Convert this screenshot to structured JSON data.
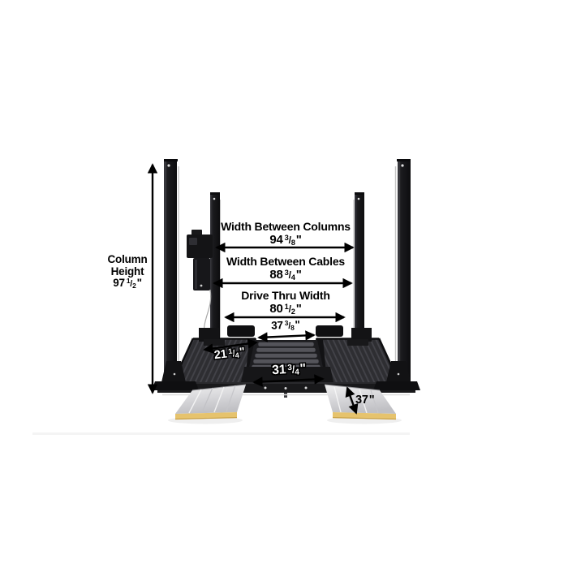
{
  "page": {
    "background": "#ffffff"
  },
  "diagram": {
    "subject": "four-post-car-lift-dimension-diagram",
    "colors": {
      "structure_black": "#141416",
      "runway_charcoal": "#2e2e32",
      "ramp_silver": "#d8d8db",
      "ramp_edge_gold": "#e6c36d",
      "annotation_text": "#000000",
      "outlined_text": "#ffffff",
      "background": "#ffffff"
    },
    "annotations": {
      "column_height": {
        "line1": "Column",
        "line2": "Height",
        "whole": "97",
        "num": "1",
        "den": "2",
        "unit": "\""
      },
      "width_between_columns": {
        "label": "Width Between Columns",
        "whole": "94",
        "num": "3",
        "den": "8",
        "unit": "\""
      },
      "width_between_cables": {
        "label": "Width Between Cables",
        "whole": "88",
        "num": "3",
        "den": "4",
        "unit": "\""
      },
      "drive_thru_width": {
        "label": "Drive Thru Width",
        "whole": "80",
        "num": "1",
        "den": "2",
        "unit": "\""
      },
      "runway_gap_width": {
        "whole": "37",
        "num": "3",
        "den": "8",
        "unit": "\""
      },
      "runway_width": {
        "whole": "21",
        "num": "1",
        "den": "4",
        "unit": "\""
      },
      "center_tray_width": {
        "whole": "31",
        "num": "3",
        "den": "4",
        "unit": "\""
      },
      "ramp_length": {
        "whole": "37",
        "unit": "\""
      }
    }
  }
}
